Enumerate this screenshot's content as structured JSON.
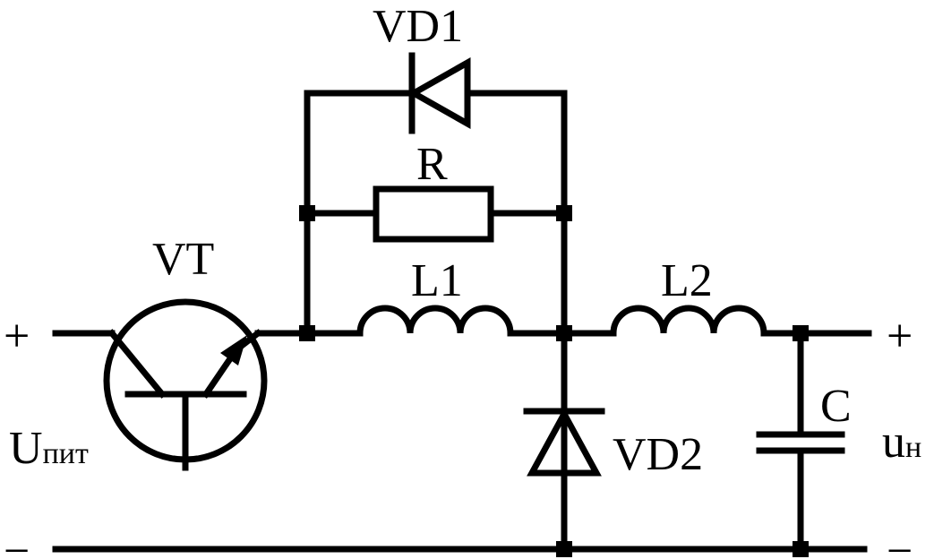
{
  "labels": {
    "vd1": "VD1",
    "r": "R",
    "vt": "VT",
    "l1": "L1",
    "l2": "L2",
    "c": "C",
    "vd2": "VD2",
    "in_plus": "+",
    "in_minus": "−",
    "out_plus": "+",
    "out_minus": "−",
    "u_supply_main": "U",
    "u_supply_sub": "пит",
    "u_load_main": "u",
    "u_load_sub": "н"
  }
}
